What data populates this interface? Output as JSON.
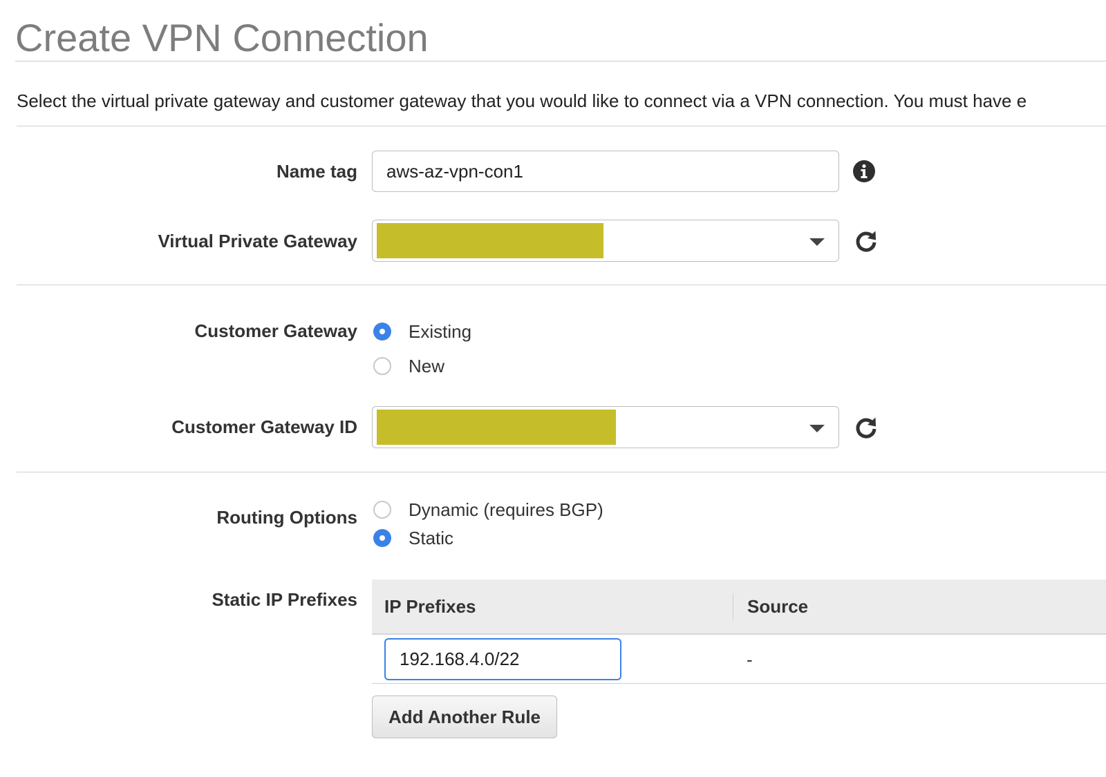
{
  "page": {
    "title": "Create VPN Connection",
    "intro": "Select the virtual private gateway and customer gateway that you would like to connect via a VPN connection. You must have e"
  },
  "name_tag": {
    "label": "Name tag",
    "value": "aws-az-vpn-con1"
  },
  "virtual_private_gateway": {
    "label": "Virtual Private Gateway"
  },
  "customer_gateway": {
    "label": "Customer Gateway",
    "options": [
      {
        "label": "Existing",
        "checked": true
      },
      {
        "label": "New",
        "checked": false
      }
    ]
  },
  "customer_gateway_id": {
    "label": "Customer Gateway ID"
  },
  "routing_options": {
    "label": "Routing Options",
    "options": [
      {
        "label": "Dynamic (requires BGP)",
        "checked": false
      },
      {
        "label": "Static",
        "checked": true
      }
    ]
  },
  "static_ip_prefixes": {
    "label": "Static IP Prefixes",
    "columns": [
      "IP Prefixes",
      "Source"
    ],
    "rows": [
      {
        "prefix": "192.168.4.0/22",
        "source": "-"
      }
    ],
    "add_button_label": "Add Another Rule"
  },
  "colors": {
    "accent": "#3b82e6",
    "redaction": "#c6bd2a",
    "title": "#7d7d7d"
  },
  "icons": {
    "info": "info-icon",
    "refresh": "refresh-icon",
    "dropdown": "chevron-down-icon"
  }
}
